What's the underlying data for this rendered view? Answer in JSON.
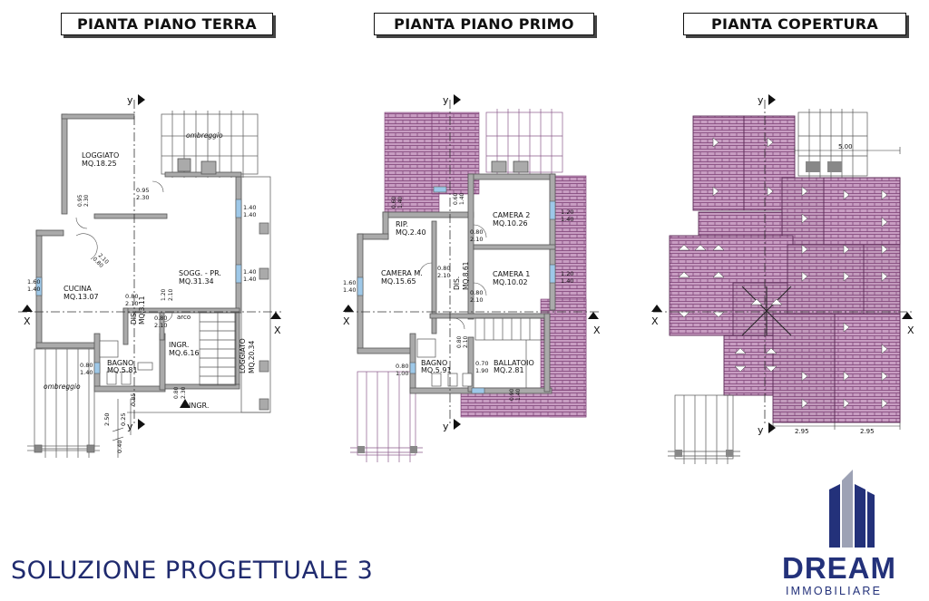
{
  "titles": {
    "ground": "PIANTA PIANO TERRA",
    "first": "PIANTA PIANO PRIMO",
    "roof": "PIANTA COPERTURA"
  },
  "ground_floor": {
    "loggiato_1": {
      "name": "LOGGIATO",
      "area": "MQ.18.25"
    },
    "cucina": {
      "name": "CUCINA",
      "area": "MQ.13.07"
    },
    "soggiorno": {
      "name": "SOGG. - PR.",
      "area": "MQ.31.34"
    },
    "dis": {
      "name": "DIS.",
      "area": "MQ.3.11"
    },
    "bagno": {
      "name": "BAGNO",
      "area": "MQ.5.81"
    },
    "ingresso": {
      "name": "INGR.",
      "area": "MQ.6.16"
    },
    "loggiato_2": {
      "name": "LOGGIATO",
      "area": "MQ.20.34"
    },
    "ombreggio_top": "ombreggio",
    "ombreggio_bottom": "ombreggio",
    "arco": "arco",
    "ingr_label": "INGR.",
    "dims": {
      "d1": "0.95",
      "d1b": "2.30",
      "d2": "1.40",
      "d2b": "1.40",
      "d3": "1.40",
      "d3b": "1.40",
      "d4": "1.60",
      "d4b": "1.40",
      "d5": "0.80",
      "d5b": "2.10",
      "d6": "0.80",
      "d6b": "2.10",
      "d7": "0.80",
      "d7b": "1.40",
      "d8": "0.80",
      "d8b": "2.30",
      "d9": "0.95",
      "d9b": "2.30",
      "d10": "0.80",
      "d10b": "2.10",
      "d11": "1.20",
      "d11b": "2.10",
      "v1": "2.50",
      "v2": "0.25",
      "v3": "0.85",
      "v4": "0.40"
    }
  },
  "first_floor": {
    "rip": {
      "name": "RIP.",
      "area": "MQ.2.40"
    },
    "camera2": {
      "name": "CAMERA 2",
      "area": "MQ.10.26"
    },
    "cameraM": {
      "name": "CAMERA M.",
      "area": "MQ.15.65"
    },
    "dis": {
      "name": "DIS.",
      "area": "MQ.8.61"
    },
    "camera1": {
      "name": "CAMERA 1",
      "area": "MQ.10.02"
    },
    "bagno": {
      "name": "BAGNO",
      "area": "MQ.5.91"
    },
    "ballatoio": {
      "name": "BALLATOIO",
      "area": "MQ.2.81"
    },
    "dims": {
      "a": "0.60",
      "ab": "1.40",
      "b": "0.80",
      "bb": "2.10",
      "c": "1.20",
      "cb": "1.40",
      "d": "1.60",
      "db": "1.40",
      "e": "0.80",
      "eb": "2.10",
      "f": "0.80",
      "fb": "2.10",
      "g": "1.20",
      "gb": "1.40",
      "h": "0.80",
      "hb": "1.00",
      "i": "0.70",
      "ib": "1.90",
      "j": "0.80",
      "jb": "2.10",
      "k": "0.90",
      "kb": "1.40",
      "l": "0.60",
      "lb": "1.40"
    }
  },
  "roof": {
    "dim_top": "5.00",
    "dim_b1": "2.95",
    "dim_b2": "2.95"
  },
  "axes": {
    "x": "X",
    "y": "y"
  },
  "footer": {
    "solution": "SOLUZIONE PROGETTUALE 3",
    "brand": "DREAM",
    "brand_sub": "IMMOBILIARE"
  },
  "colors": {
    "roof_tile": "#7a3d73",
    "roof_fill": "#c89dc2",
    "wall_fill": "#aaaaaa",
    "wall_stroke": "#555555",
    "brand_blue": "#23317a"
  }
}
